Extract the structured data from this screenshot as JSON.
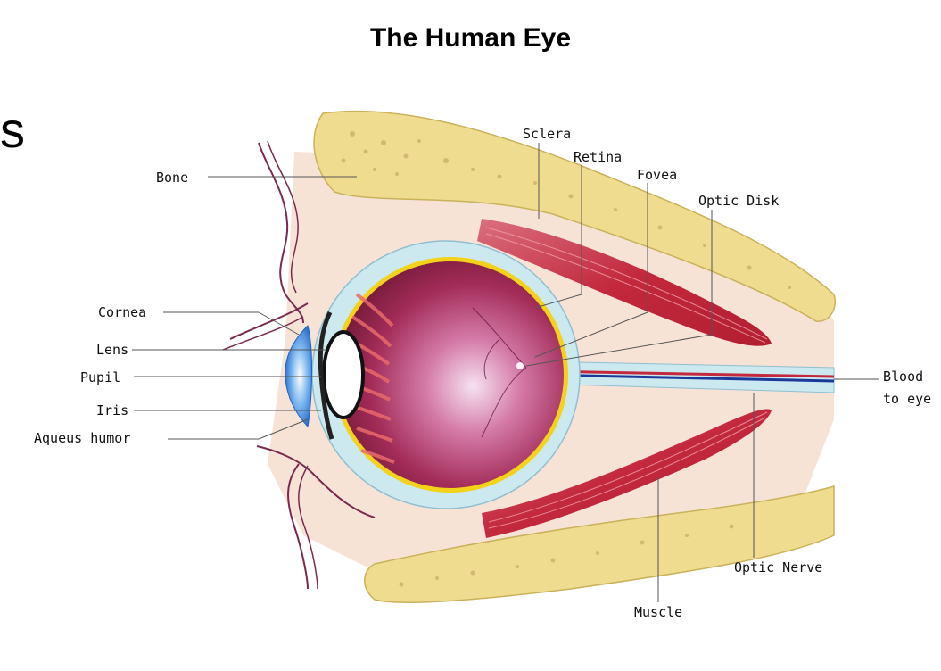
{
  "title": "The Human Eye",
  "stray_glyph": "s",
  "labels": {
    "bone": "Bone",
    "sclera": "Sclera",
    "retina": "Retina",
    "fovea": "Fovea",
    "optic_disk": "Optic Disk",
    "cornea": "Cornea",
    "lens": "Lens",
    "pupil": "Pupil",
    "iris": "Iris",
    "aqueous_humor": "Aqueus humor",
    "blood_line1": "Blood",
    "blood_line2": "to eye",
    "optic_nerve": "Optic Nerve",
    "muscle": "Muscle"
  },
  "colors": {
    "bone": "#efdc8e",
    "skin": "#f6e3d6",
    "muscle": "#c3283c",
    "eyeball": "#a32c58",
    "sclera": "#cde9f0",
    "retina_line": "#f2d21a",
    "cornea": "#2e7fd8",
    "leader_line": "#555555"
  }
}
